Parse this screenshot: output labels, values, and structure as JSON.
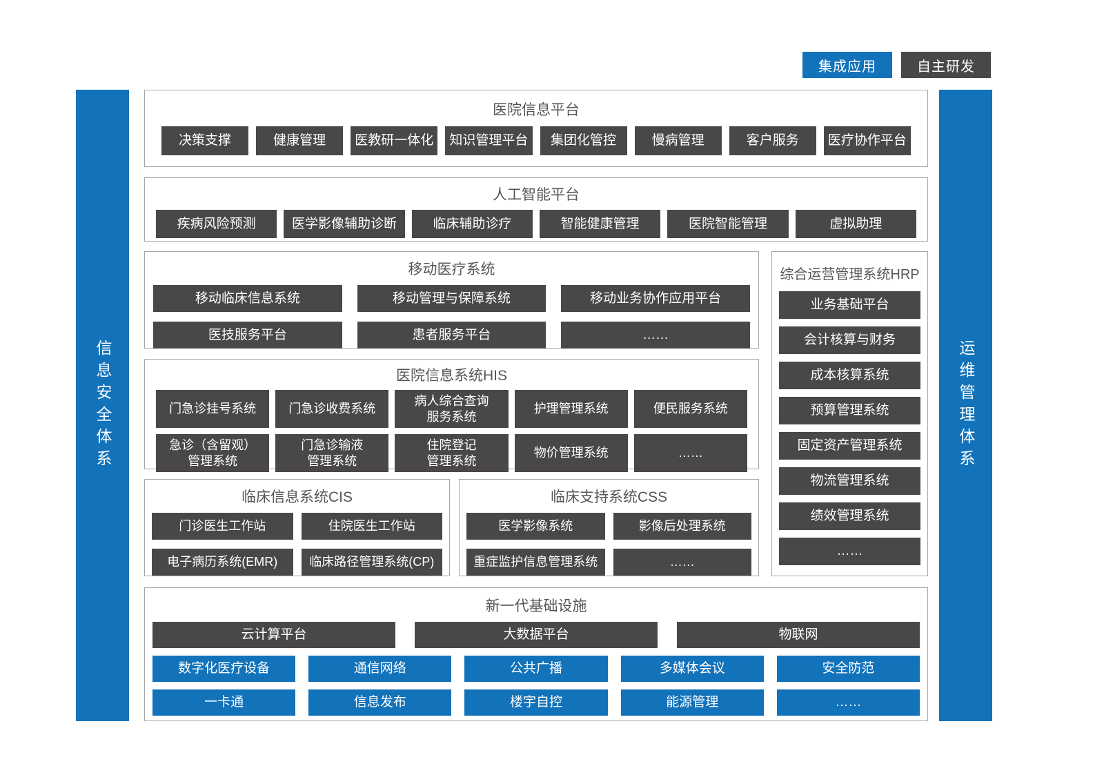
{
  "colors": {
    "blue": "#1272BA",
    "dark_gray": "#4A4748",
    "border_gray": "#A6A6A6",
    "title_gray": "#595556"
  },
  "legend": {
    "integrated_label": "集成应用",
    "self_developed_label": "自主研发"
  },
  "left_bar": {
    "label": "信息安全体系"
  },
  "right_bar": {
    "label": "运维管理体系"
  },
  "sections": {
    "hip": {
      "title": "医院信息平台",
      "items": [
        "决策支撑",
        "健康管理",
        "医教研一体化",
        "知识管理平台",
        "集团化管控",
        "慢病管理",
        "客户服务",
        "医疗协作平台"
      ]
    },
    "ai": {
      "title": "人工智能平台",
      "items": [
        "疾病风险预测",
        "医学影像辅助诊断",
        "临床辅助诊疗",
        "智能健康管理",
        "医院智能管理",
        "虚拟助理"
      ]
    },
    "mobile": {
      "title": "移动医疗系统",
      "items": [
        "移动临床信息系统",
        "移动管理与保障系统",
        "移动业务协作应用平台",
        "医技服务平台",
        "患者服务平台",
        "……"
      ]
    },
    "hrp": {
      "title": "综合运营管理系统HRP",
      "items": [
        "业务基础平台",
        "会计核算与财务",
        "成本核算系统",
        "预算管理系统",
        "固定资产管理系统",
        "物流管理系统",
        "绩效管理系统",
        "……"
      ]
    },
    "his": {
      "title": "医院信息系统HIS",
      "items": [
        "门急诊挂号系统",
        "门急诊收费系统",
        "病人综合查询\n服务系统",
        "护理管理系统",
        "便民服务系统",
        "急诊（含留观）\n管理系统",
        "门急诊输液\n管理系统",
        "住院登记\n管理系统",
        "物价管理系统",
        "……"
      ]
    },
    "cis": {
      "title": "临床信息系统CIS",
      "items": [
        "门诊医生工作站",
        "住院医生工作站",
        "电子病历系统(EMR)",
        "临床路径管理系统(CP)"
      ]
    },
    "css": {
      "title": "临床支持系统CSS",
      "items": [
        "医学影像系统",
        "影像后处理系统",
        "重症监护信息管理系统",
        "……"
      ]
    },
    "infra": {
      "title": "新一代基础设施",
      "dark_items": [
        "云计算平台",
        "大数据平台",
        "物联网"
      ],
      "blue_items": [
        "数字化医疗设备",
        "通信网络",
        "公共广播",
        "多媒体会议",
        "安全防范",
        "一卡通",
        "信息发布",
        "楼宇自控",
        "能源管理",
        "……"
      ]
    }
  }
}
